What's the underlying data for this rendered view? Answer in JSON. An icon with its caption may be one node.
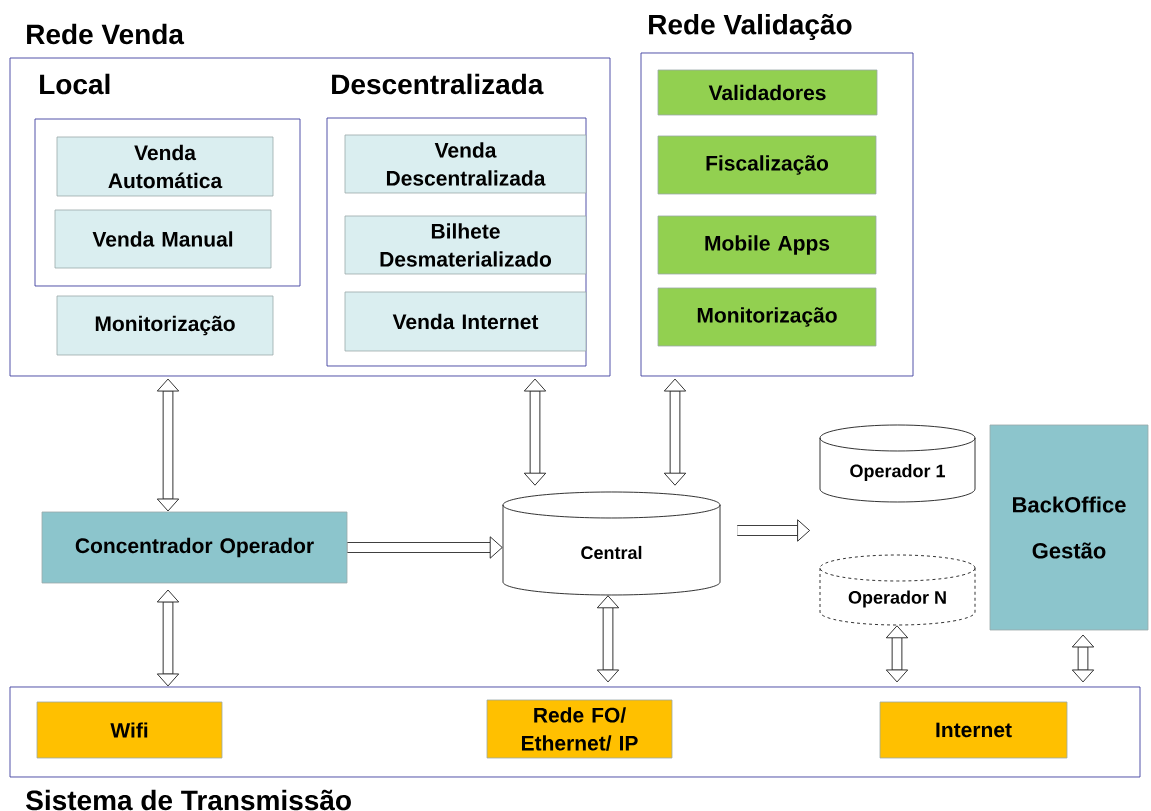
{
  "diagram": {
    "nodes": [
      {
        "text": [
          "Rede Venda"
        ]
      },
      {
        "text": [
          "Local"
        ],
        "in": 0
      },
      {
        "text": [
          "Venda Automática"
        ],
        "in": 1
      },
      {
        "text": [
          "Venda Manual"
        ],
        "in": 1
      },
      {
        "text": [
          "Monitorização"
        ],
        "in": 0
      },
      {
        "text": [
          "Descentralizada"
        ],
        "in": 0
      },
      {
        "text": [
          "Venda Descentralizada"
        ],
        "in": 5
      },
      {
        "text": [
          "Bilhete Desmaterializado"
        ],
        "in": 5
      },
      {
        "text": [
          "Venda Internet"
        ],
        "in": 5
      },
      {
        "text": [
          "Rede Validação"
        ]
      },
      {
        "text": [
          "Validadores"
        ],
        "in": 9
      },
      {
        "text": [
          "Fiscalização"
        ],
        "in": 9
      },
      {
        "text": [
          "Mobile Apps"
        ],
        "in": 9
      },
      {
        "text": [
          "Monitorização"
        ],
        "in": 9
      },
      {
        "text": [
          "Concentrador Operador"
        ]
      },
      {
        "text": [
          "Central"
        ]
      },
      {
        "text": [
          "Operador 1"
        ]
      },
      {
        "text": [
          "Operador N"
        ]
      },
      {
        "text": [
          "BackOffice Gestão"
        ]
      },
      {
        "text": [
          "Sistema de Transmissão"
        ]
      },
      {
        "text": [
          "Wifi"
        ],
        "in": 19
      },
      {
        "text": [
          "Rede FO/ Ethernet/ IP"
        ],
        "in": 19
      },
      {
        "text": [
          "Internet"
        ],
        "in": 19
      }
    ],
    "edges": [
      {
        "from": 0,
        "to": 14,
        "arrow": "both"
      },
      {
        "from": 0,
        "to": 15,
        "arrow": "both"
      },
      {
        "from": 9,
        "to": 15,
        "arrow": "both"
      },
      {
        "from": 14,
        "to": 15,
        "arrow": "to"
      },
      {
        "from": 15,
        "to": null,
        "arrow": "to"
      },
      {
        "from": 14,
        "to": 19,
        "arrow": "both"
      },
      {
        "from": 15,
        "to": 19,
        "arrow": "both"
      },
      {
        "from": 17,
        "to": 19,
        "arrow": "both"
      },
      {
        "from": 18,
        "to": 19,
        "arrow": "both"
      }
    ]
  }
}
